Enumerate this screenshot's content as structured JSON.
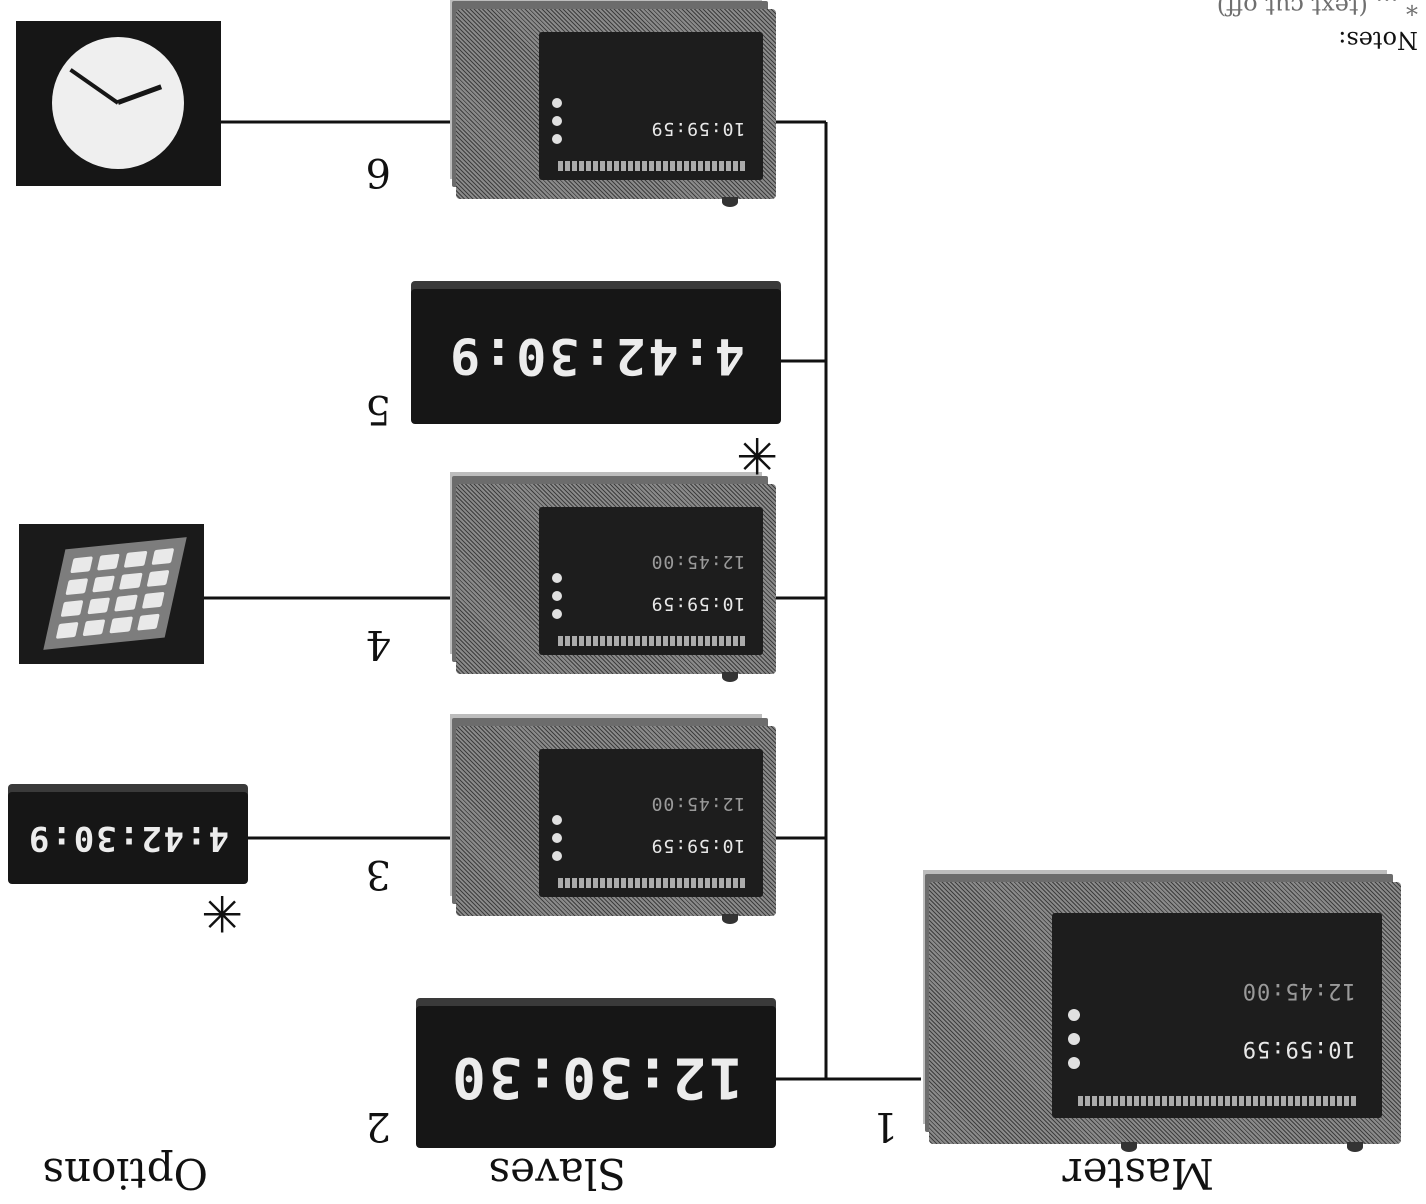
{
  "columns": {
    "master": "Master",
    "slaves": "Slaves",
    "options": "Options"
  },
  "numbers": {
    "n1": "1",
    "n2": "2",
    "n3": "3",
    "n4": "4",
    "n5": "5",
    "n6": "6"
  },
  "notes": {
    "label": "Notes:",
    "asterisk_note": "* ... (text cut off)"
  },
  "displays": {
    "slave2": "12:30:30",
    "slave5": "4:42:30:9",
    "option3": "4:42:30:9"
  },
  "units": {
    "master_line1": "10:59:59",
    "master_line2": "12:45:00",
    "slave_line1": "10:59:59",
    "slave_line2": "12:45:00"
  },
  "marks": {
    "star": "✳"
  }
}
